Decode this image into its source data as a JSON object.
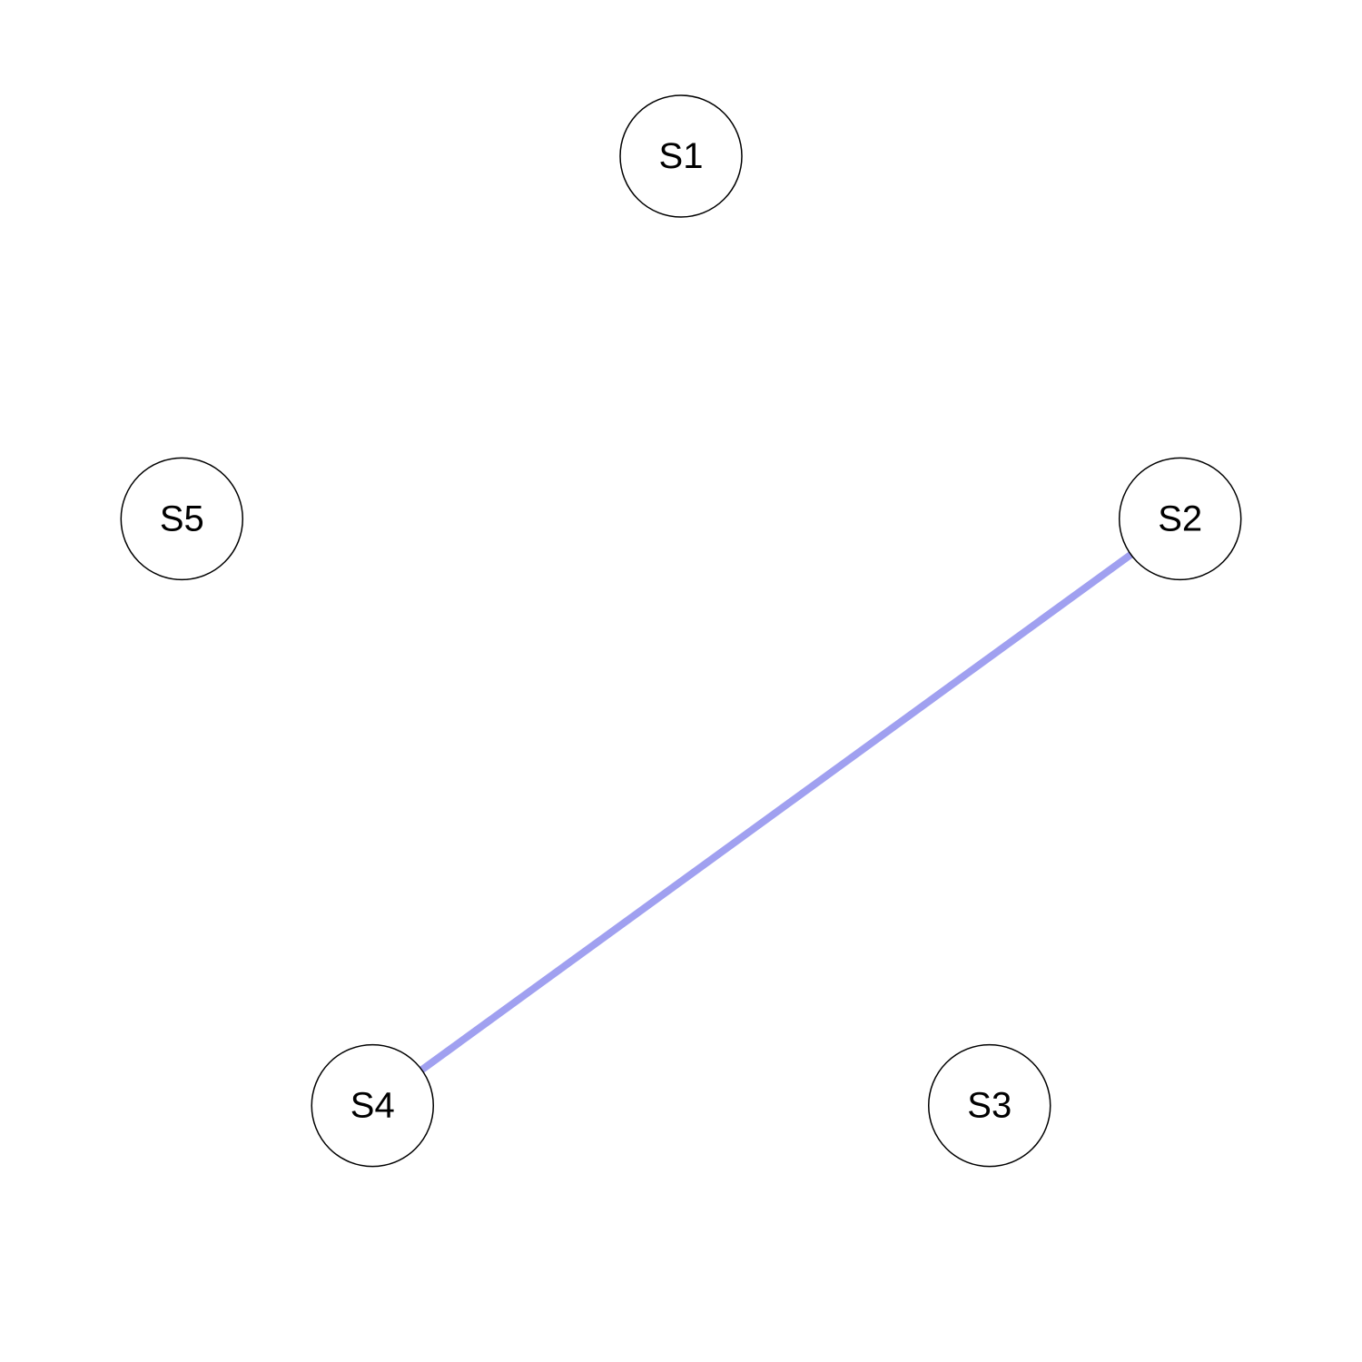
{
  "graph": {
    "nodes": [
      {
        "id": "S1",
        "label": "S1"
      },
      {
        "id": "S2",
        "label": "S2"
      },
      {
        "id": "S3",
        "label": "S3"
      },
      {
        "id": "S4",
        "label": "S4"
      },
      {
        "id": "S5",
        "label": "S5"
      }
    ],
    "edges": [
      {
        "source": "S2",
        "target": "S4",
        "color": "#a0a0f0"
      }
    ],
    "layout": "circle"
  }
}
